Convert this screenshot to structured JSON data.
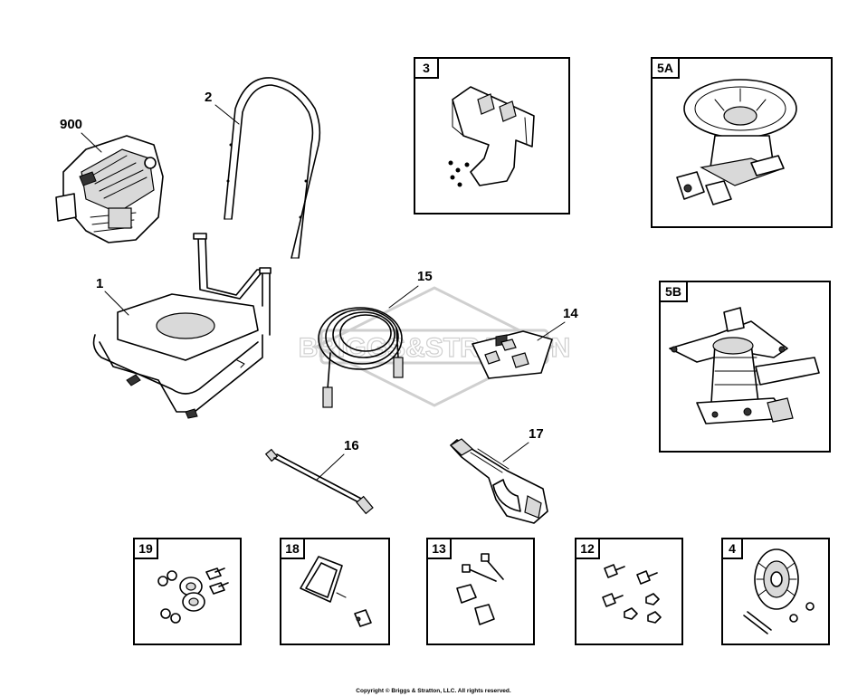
{
  "watermark": {
    "text": "BRIGGS&STRATTON"
  },
  "parts": [
    {
      "label": "900"
    },
    {
      "label": "2"
    },
    {
      "label": "1"
    },
    {
      "label": "15"
    },
    {
      "label": "14"
    },
    {
      "label": "16"
    },
    {
      "label": "17"
    }
  ],
  "boxes": {
    "b3": "3",
    "b5a": "5A",
    "b5b": "5B",
    "b19": "19",
    "b18": "18",
    "b13": "13",
    "b12": "12",
    "b4": "4"
  },
  "footer": {
    "copyright": "Copyright © Briggs & Stratton, LLC. All rights reserved."
  }
}
